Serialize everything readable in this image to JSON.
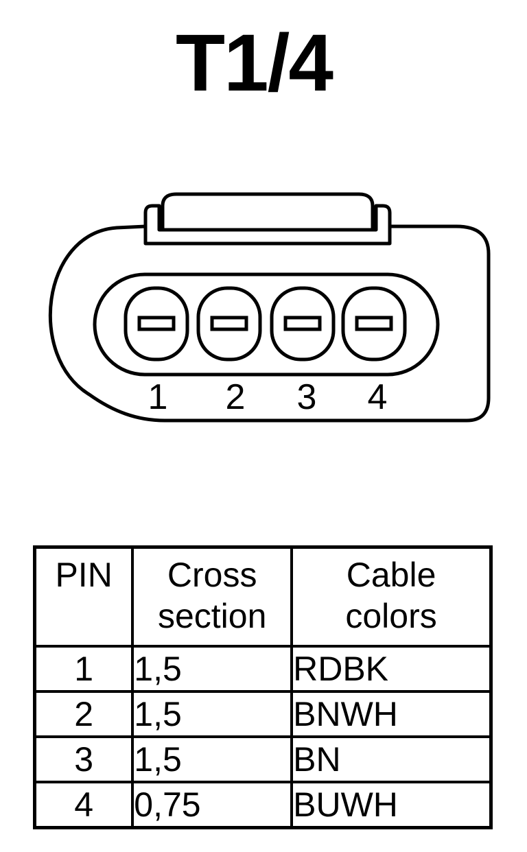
{
  "title": "T1/4",
  "connector": {
    "pin_labels": [
      "1",
      "2",
      "3",
      "4"
    ]
  },
  "table": {
    "headers": {
      "pin": "PIN",
      "cross_section": [
        "Cross",
        "section"
      ],
      "cable_colors": [
        "Cable",
        "colors"
      ]
    },
    "rows": [
      {
        "pin": "1",
        "cross_section": "1,5",
        "cable_color": "RDBK"
      },
      {
        "pin": "2",
        "cross_section": "1,5",
        "cable_color": "BNWH"
      },
      {
        "pin": "3",
        "cross_section": "1,5",
        "cable_color": "BN"
      },
      {
        "pin": "4",
        "cross_section": "0,75",
        "cable_color": "BUWH"
      }
    ]
  }
}
